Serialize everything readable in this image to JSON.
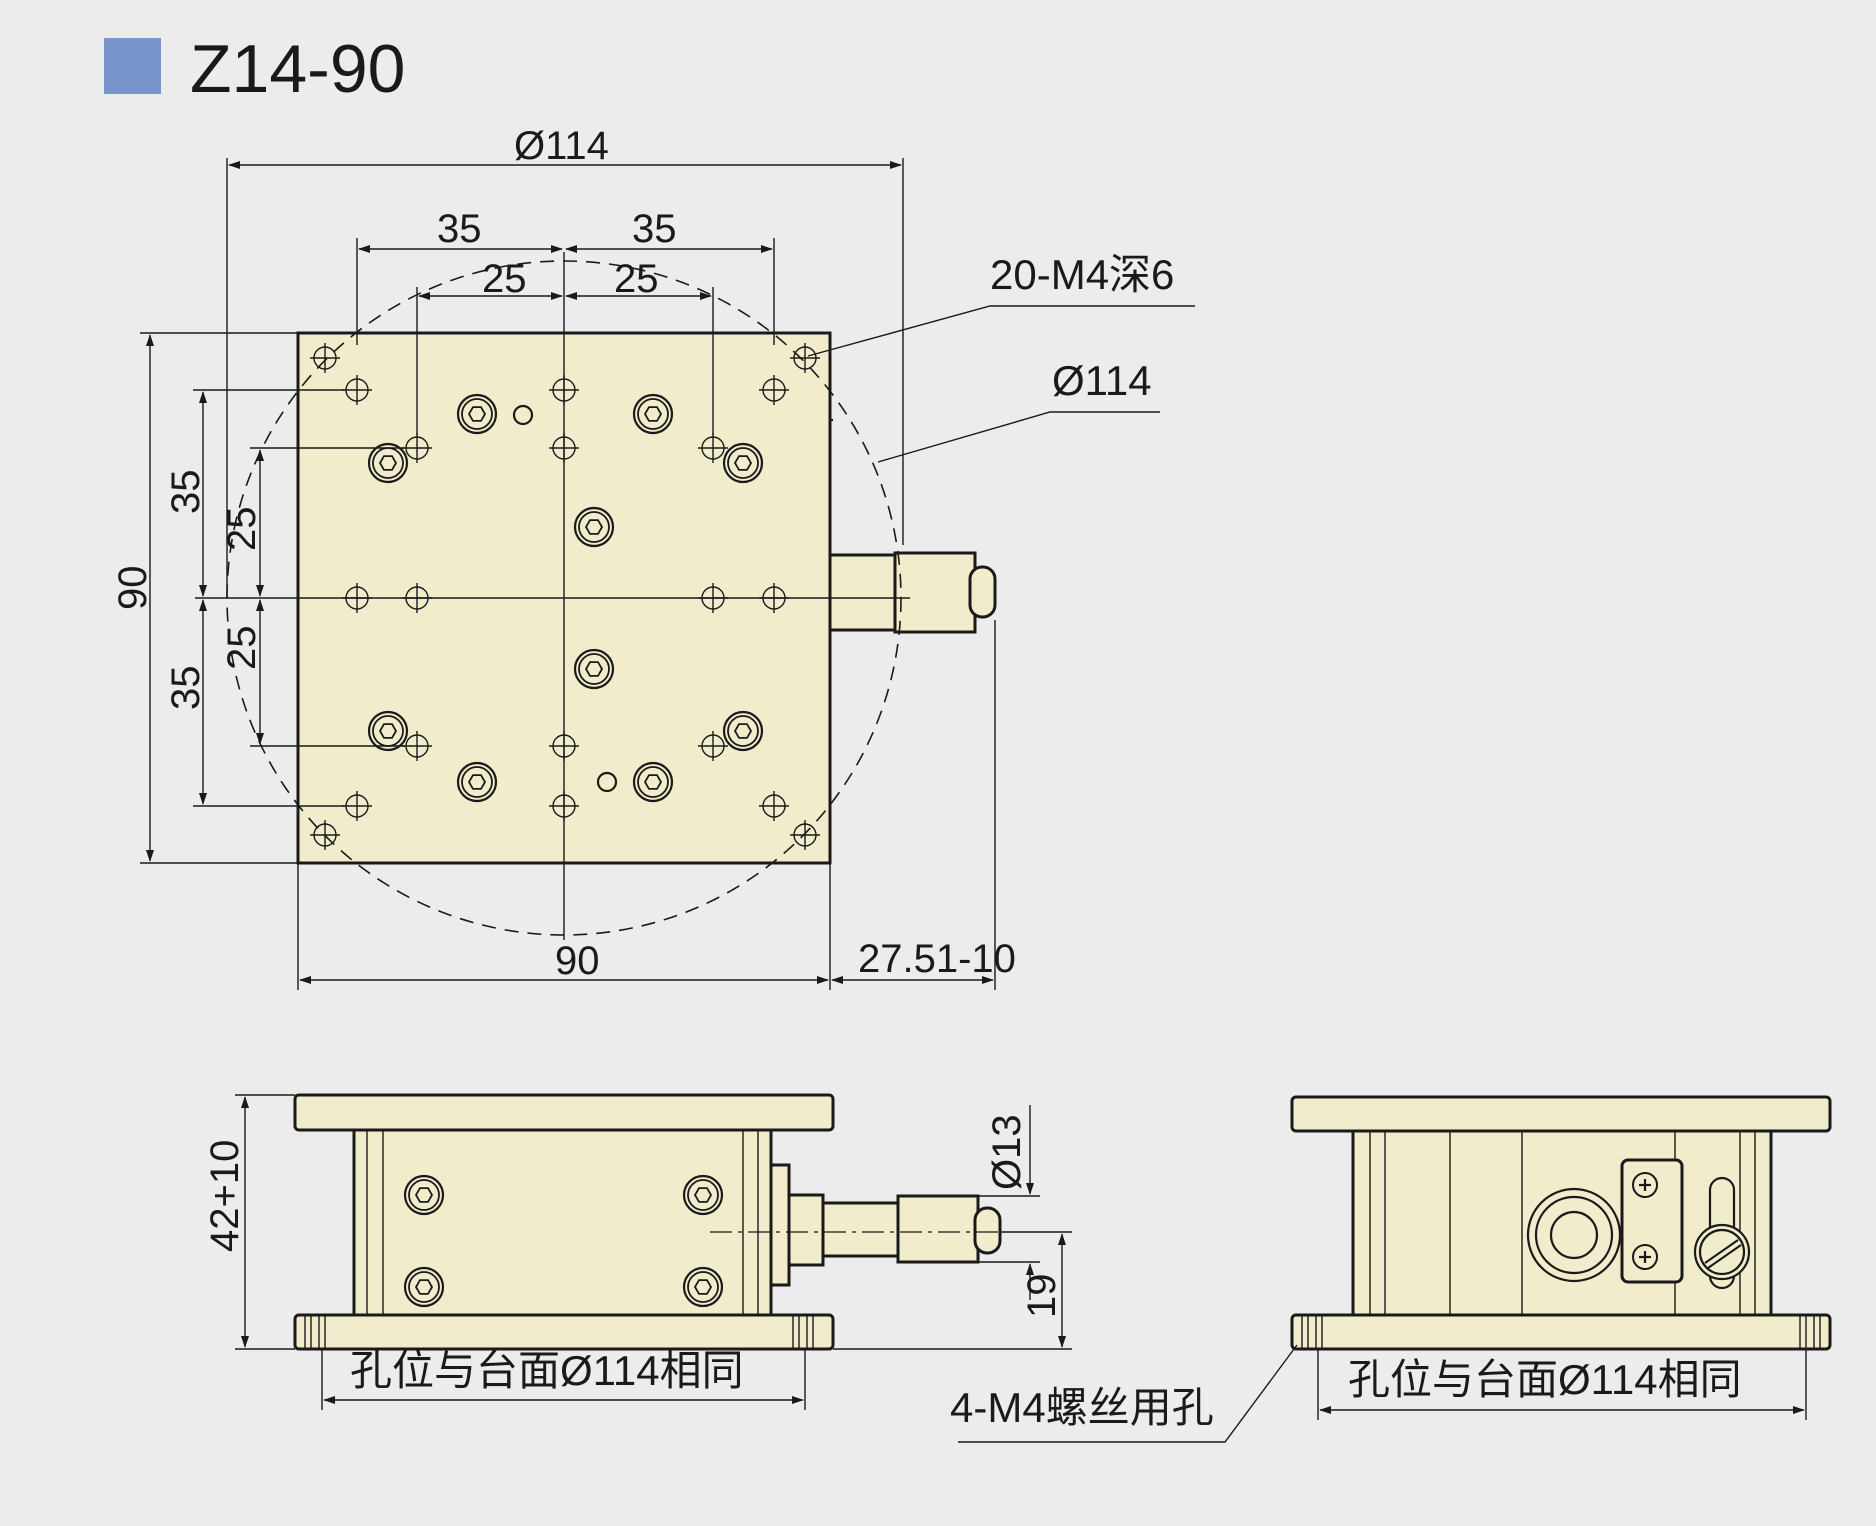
{
  "title": "Z14-90",
  "colors": {
    "title_square": "#7a95cc",
    "plate": "#f1eccc",
    "background": "#ececec",
    "line": "#1a1a1a"
  },
  "top_view": {
    "dim_overall_diameter": "Ø114",
    "dim_35_left": "35",
    "dim_35_right": "35",
    "dim_25_left": "25",
    "dim_25_right": "25",
    "dim_height": "90",
    "dim_35_upper": "35",
    "dim_25_upper": "25",
    "dim_25_lower": "25",
    "dim_35_lower": "35",
    "dim_width": "90",
    "dim_travel": "27.51-10",
    "callout_holes": "20-M4深6",
    "callout_diameter": "Ø114"
  },
  "front_view": {
    "dim_height": "42+10",
    "dim_micrometer_dia": "Ø13",
    "dim_axis_height": "19",
    "note_hole_position": "孔位与台面Ø114相同"
  },
  "side_view": {
    "note_hole_position": "孔位与台面Ø114相同",
    "callout_mount_holes": "4-M4螺丝用孔"
  }
}
